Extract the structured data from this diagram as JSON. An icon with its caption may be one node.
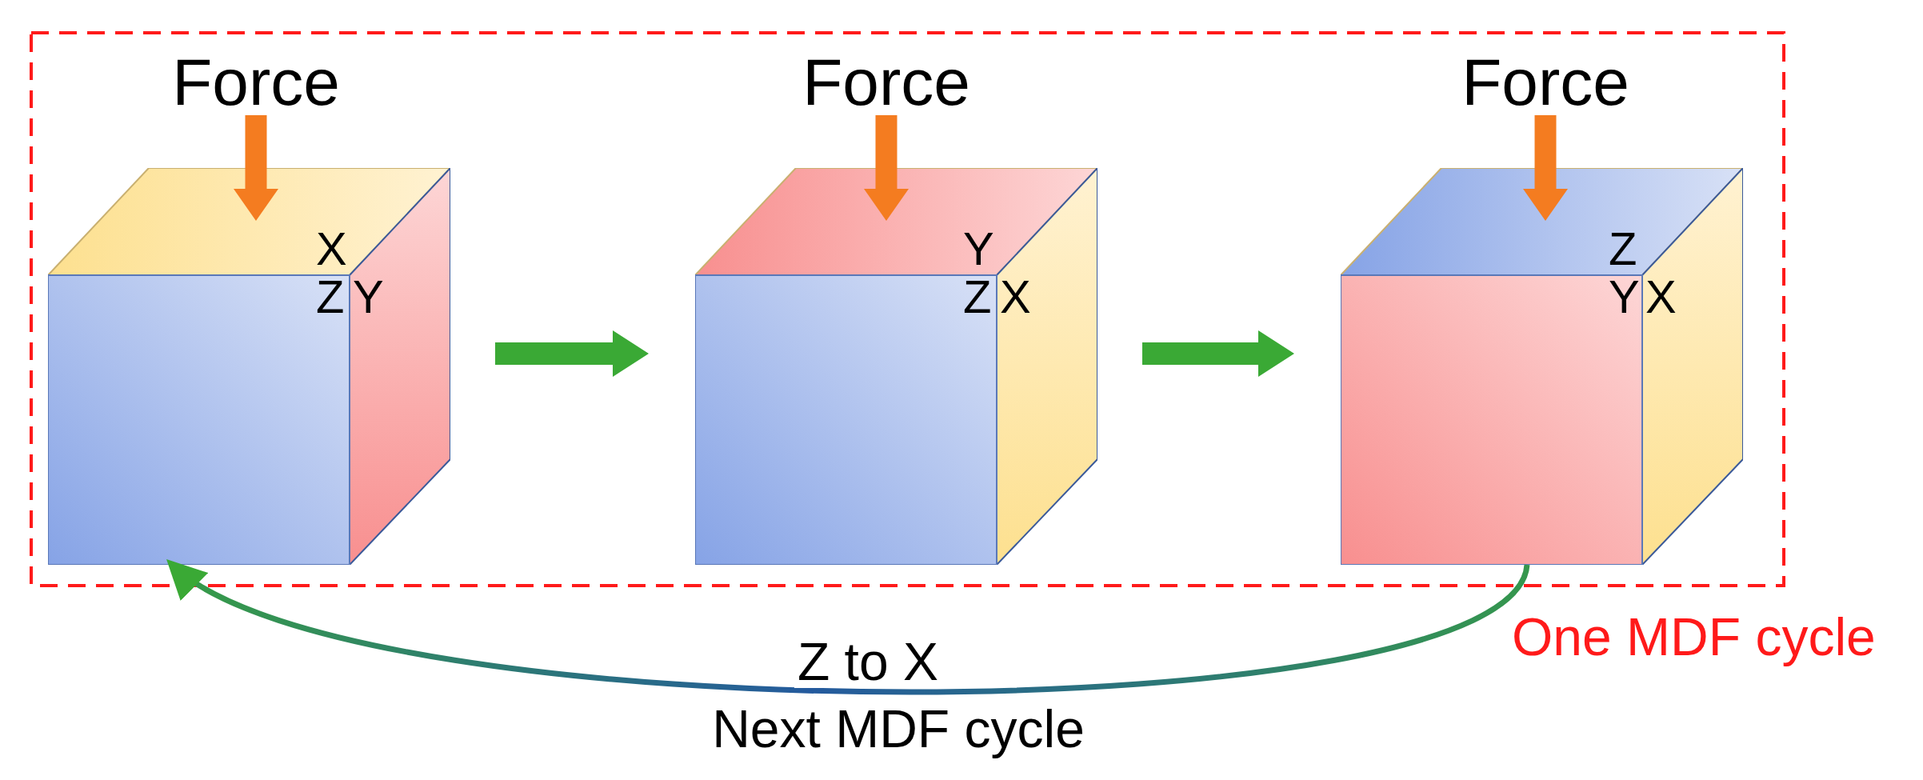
{
  "diagram": {
    "nodes": [
      {
        "text": [
          "One MDF cycle"
        ]
      },
      {
        "text": [
          "Force"
        ],
        "in": 0
      },
      {
        "text": [
          "X",
          "Z",
          "Y"
        ],
        "in": 0
      },
      {
        "text": [
          "Force"
        ],
        "in": 0
      },
      {
        "text": [
          "Y",
          "Z",
          "X"
        ],
        "in": 0
      },
      {
        "text": [
          "Force"
        ],
        "in": 0
      },
      {
        "text": [
          "Z",
          "Y",
          "X"
        ],
        "in": 0
      }
    ],
    "edges": [
      {
        "from": 1,
        "to": 2,
        "arrow": "to",
        "style": "thick",
        "color": "#f47c20"
      },
      {
        "from": 3,
        "to": 4,
        "arrow": "to",
        "style": "thick",
        "color": "#f47c20"
      },
      {
        "from": 5,
        "to": 6,
        "arrow": "to",
        "style": "thick",
        "color": "#f47c20"
      },
      {
        "from": 2,
        "to": 4,
        "arrow": "to",
        "style": "thick",
        "color": "#3aa935"
      },
      {
        "from": 4,
        "to": 6,
        "arrow": "to",
        "style": "thick",
        "color": "#3aa935"
      },
      {
        "from": 6,
        "to": 2,
        "arrow": "to",
        "label": "Z to X",
        "color": "#3aa935"
      }
    ],
    "labels": [
      "Next MDF cycle"
    ]
  }
}
